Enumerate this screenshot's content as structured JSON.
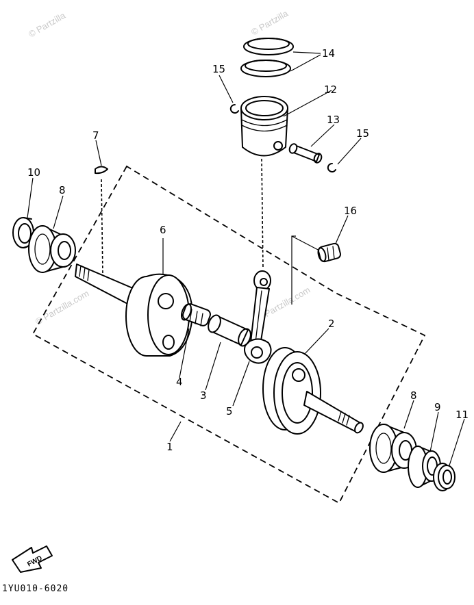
{
  "callouts": {
    "c1": "1",
    "c2": "2",
    "c3": "3",
    "c4": "4",
    "c5": "5",
    "c6": "6",
    "c7": "7",
    "c8a": "8",
    "c8b": "8",
    "c9": "9",
    "c10": "10",
    "c11": "11",
    "c12": "12",
    "c13": "13",
    "c14": "14",
    "c15a": "15",
    "c15b": "15",
    "c16": "16"
  },
  "watermarks": [
    "© Partzilla",
    "© Partzilla",
    "© Partzilla.com",
    "© Partzilla.com"
  ],
  "fwd_label": "FWD",
  "diagram_code": "1YU010-6020"
}
